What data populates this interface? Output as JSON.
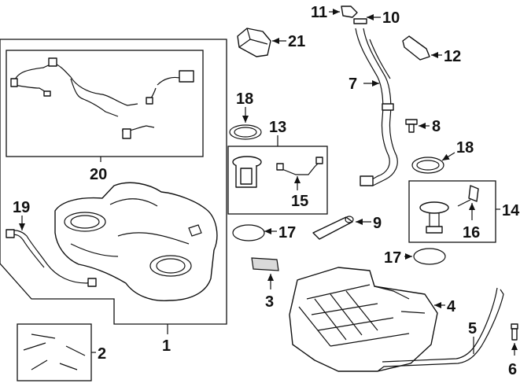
{
  "labels": {
    "l1": "1",
    "l2": "2",
    "l3": "3",
    "l4": "4",
    "l5": "5",
    "l6": "6",
    "l7": "7",
    "l8": "8",
    "l9": "9",
    "l10": "10",
    "l11": "11",
    "l12": "12",
    "l13": "13",
    "l14": "14",
    "l15": "15",
    "l16": "16",
    "l17a": "17",
    "l17b": "17",
    "l18a": "18",
    "l18b": "18",
    "l19": "19",
    "l20": "20",
    "l21": "21"
  }
}
